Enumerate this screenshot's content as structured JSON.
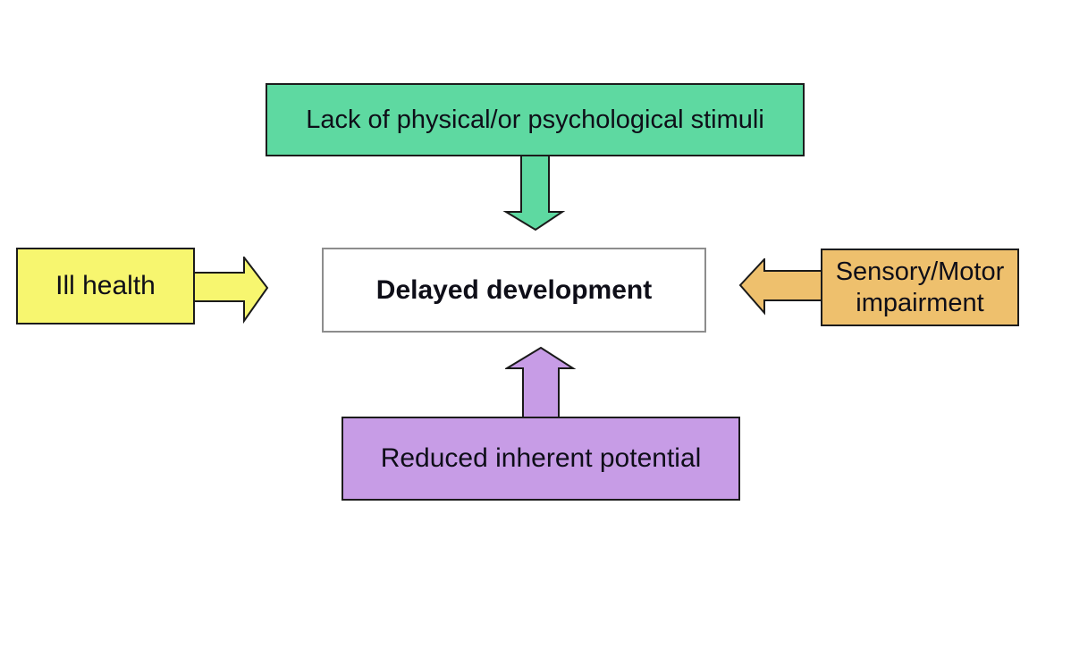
{
  "diagram": {
    "outline_color": "#1a1a1a",
    "center_box": {
      "label": "Delayed development",
      "fill": "#ffffff",
      "border_color": "#8d8d8d"
    },
    "causes": {
      "top": {
        "label": "Lack of physical/or psychological stimuli",
        "fill": "#5ed9a1",
        "arrow_direction": "down"
      },
      "left": {
        "label": "Ill health",
        "fill": "#f7f66f",
        "arrow_direction": "right"
      },
      "right": {
        "label": "Sensory/Motor impairment",
        "fill": "#eec06d",
        "arrow_direction": "left"
      },
      "bottom": {
        "label": "Reduced inherent potential",
        "fill": "#c79ce6",
        "arrow_direction": "up"
      }
    }
  }
}
